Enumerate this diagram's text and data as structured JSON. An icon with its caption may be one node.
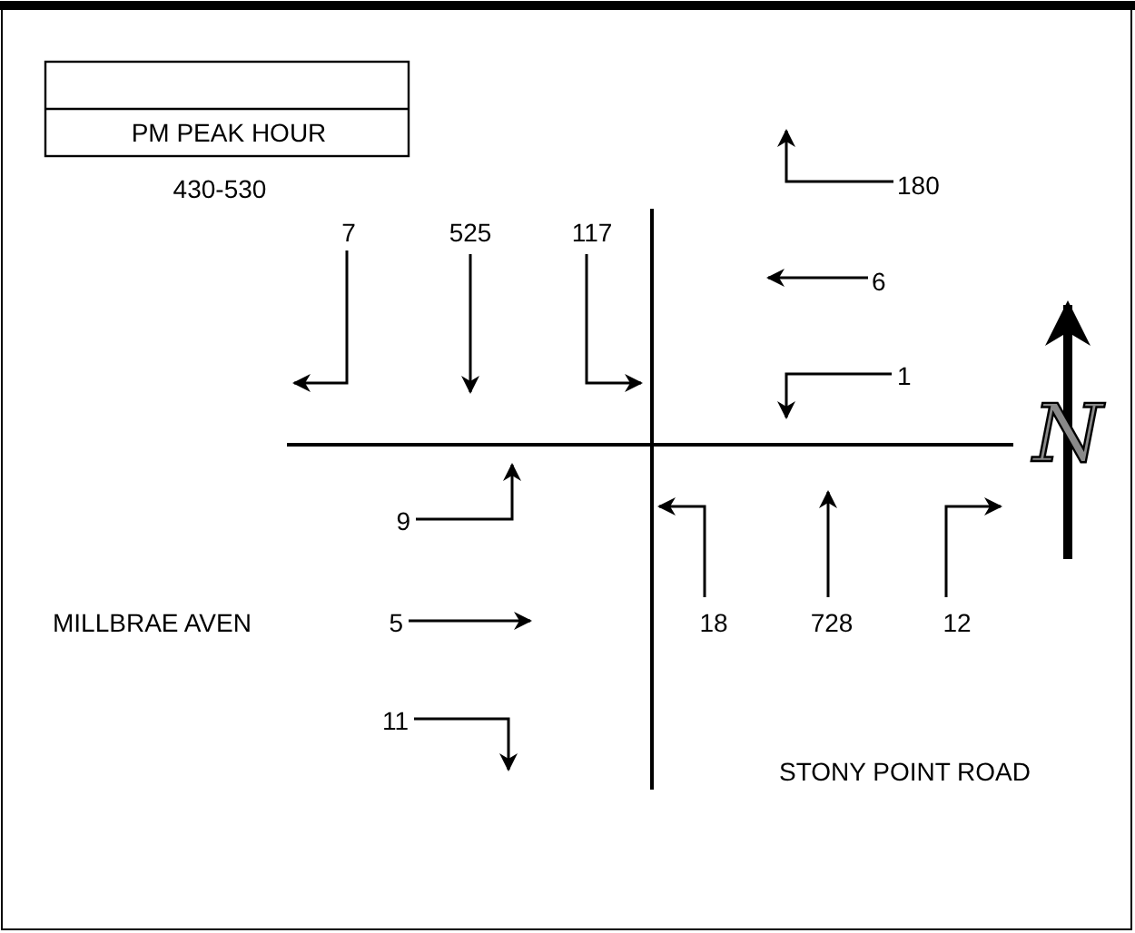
{
  "diagram": {
    "labels": [
      "PM PEAK HOUR",
      "430-530",
      "180",
      "7",
      "525",
      "117",
      "6",
      "1",
      "N",
      "9",
      "MILLBRAE AVEN",
      "5",
      "18",
      "728",
      "12",
      "11",
      "STONY POINT ROAD"
    ]
  }
}
